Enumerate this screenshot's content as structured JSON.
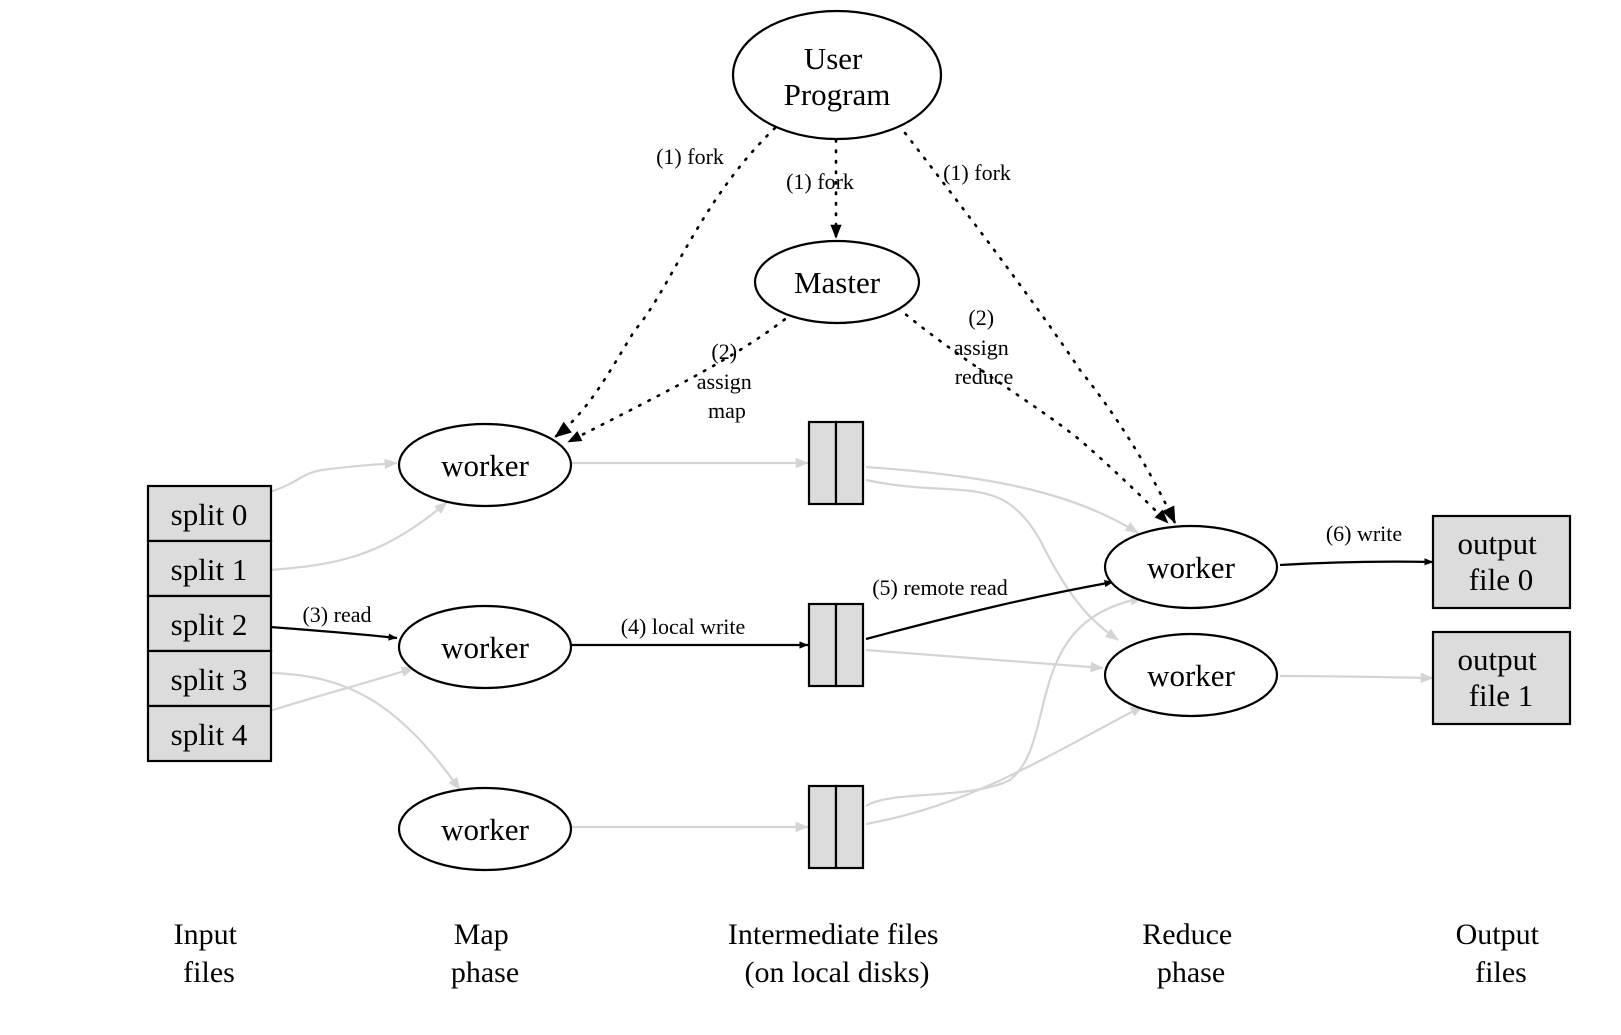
{
  "nodes": {
    "user_program": [
      "User",
      "Program"
    ],
    "master": "Master",
    "map_worker_1": "worker",
    "map_worker_2": "worker",
    "map_worker_3": "worker",
    "reduce_worker_1": "worker",
    "reduce_worker_2": "worker"
  },
  "input_splits": [
    "split 0",
    "split 1",
    "split 2",
    "split 3",
    "split 4"
  ],
  "output_files": [
    [
      "output",
      "file 0"
    ],
    [
      "output",
      "file 1"
    ]
  ],
  "edge_labels": {
    "fork_left": "(1) fork",
    "fork_center": "(1) fork",
    "fork_right": "(1) fork",
    "assign_map": [
      "(2)",
      "assign",
      "map"
    ],
    "assign_reduce": [
      "(2)",
      "assign",
      "reduce"
    ],
    "read": "(3) read",
    "local_write": "(4) local write",
    "remote_read": "(5) remote read",
    "write": "(6) write"
  },
  "phase_labels": [
    [
      "Input",
      "files"
    ],
    [
      "Map",
      "phase"
    ],
    [
      "Intermediate files",
      "(on local disks)"
    ],
    [
      "Reduce",
      "phase"
    ],
    [
      "Output",
      "files"
    ]
  ],
  "colors": {
    "file_fill": "#dcdcdc",
    "inactive_edge": "#d4d4d4",
    "active_edge": "#000000"
  }
}
